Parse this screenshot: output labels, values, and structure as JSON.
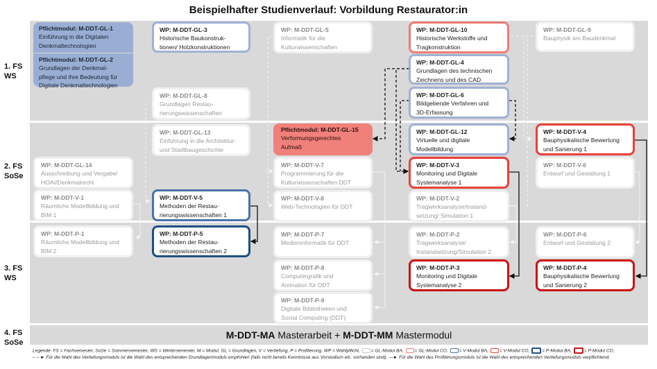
{
  "title": "Beispielhafter Studienverlauf: Vorbildung Restaurator:in",
  "semesters": [
    {
      "line1": "1. FS",
      "line2": "WS"
    },
    {
      "line1": "2. FS",
      "line2": "SoSe"
    },
    {
      "line1": "3. FS",
      "line2": "WS"
    },
    {
      "line1": "4. FS",
      "line2": "SoSe"
    }
  ],
  "modules": {
    "gl1": {
      "code": "Pflichtmodul: M-DDT-GL-1",
      "lines": [
        "Einführung in die Digitalen",
        "Denkmaltechnologien"
      ],
      "type": "pflicht-gl-ba"
    },
    "gl2": {
      "code": "Pflichtmodul: M-DDT-GL-2",
      "lines": [
        "Grundlagen der Denkmal-",
        "pflege und ihre Bedeutung für",
        "Digitale Denkmaltechnologien"
      ],
      "type": "pflicht-gl-ba"
    },
    "gl3": {
      "code": "WP: M-DDT-GL-3",
      "lines": [
        "Historische Baukonstruk-",
        "tionen/ Holzkonstruktionen"
      ],
      "type": "gl-ba"
    },
    "gl5": {
      "code": "WP: M-DDT-GL-5",
      "lines": [
        "Informatik für die",
        "Kulturwissenschaften"
      ],
      "type": "faded"
    },
    "gl10": {
      "code": "WP: M-DDT-GL-10",
      "lines": [
        "Historische Werkstoffe und",
        "Tragkonstruktion"
      ],
      "type": "gl-co"
    },
    "gl9": {
      "code": "WP: M-DDT-GL-9",
      "lines": [
        "Bauphysik am Baudenkmal"
      ],
      "type": "faded"
    },
    "gl4": {
      "code": "WP: M-DDT-GL-4",
      "lines": [
        "Grundlagen des technischen",
        "Zeichnens und des CAD"
      ],
      "type": "gl-ba"
    },
    "gl6": {
      "code": "WP: M-DDT-GL-6",
      "lines": [
        "Bildgebende Verfahren und",
        "3D-Erfassung"
      ],
      "type": "gl-ba"
    },
    "gl8": {
      "code": "WP: M-DDT-GL-8",
      "lines": [
        "Grundlagen Restau-",
        "rierungswissenschaften"
      ],
      "type": "faded"
    },
    "gl13": {
      "code": "WP: M-DDT-GL-13",
      "lines": [
        "Einführung in die Architektur-",
        "und Stadtbaugeschichte"
      ],
      "type": "faded"
    },
    "gl15": {
      "code": "Pflichtmodul: M-DDT-GL-15",
      "lines": [
        "Verformungsgerechtes",
        "Aufmaß"
      ],
      "type": "pflicht-gl-co"
    },
    "gl12": {
      "code": "WP: M-DDT-GL-12",
      "lines": [
        "Virtuelle und digitale",
        "Modellbildung"
      ],
      "type": "gl-ba"
    },
    "v4": {
      "code": "WP: M-DDT-V-4",
      "lines": [
        "Bauphysikalische Bewertung",
        "und Sanierung 1"
      ],
      "type": "v-co"
    },
    "gl14": {
      "code": "WP: M-DDT-GL-14",
      "lines": [
        "Ausschreibung und Vergabe/",
        "HOAI/Denkmalrecht"
      ],
      "type": "faded"
    },
    "v7": {
      "code": "WP: M-DDT-V-7",
      "lines": [
        "Programmierung für die",
        "Kulturwissenschaften DDT"
      ],
      "type": "faded"
    },
    "v3": {
      "code": "WP: M-DDT-V-3",
      "lines": [
        "Monitoring und Digitale",
        "Systemanalyse 1"
      ],
      "type": "v-co"
    },
    "v6": {
      "code": "WP: M-DDT-V-6",
      "lines": [
        "Entwurf und Gestaltung 1"
      ],
      "type": "faded"
    },
    "v1": {
      "code": "WP: M-DDT-V-1",
      "lines": [
        "Räumliche Modellbildung und",
        "BIM 1"
      ],
      "type": "faded"
    },
    "v5": {
      "code": "WP: M-DDT-V-5",
      "lines": [
        "Methoden der Restau-",
        "rierungswissenschaften 1"
      ],
      "type": "v-ba"
    },
    "v8": {
      "code": "WP: M-DDT-V-8",
      "lines": [
        "Web-Technologien für DDT"
      ],
      "type": "faded"
    },
    "v2": {
      "code": "WP: M-DDT-V-2",
      "lines": [
        "Tragwerksanalyse/Instand-",
        "setzung/ Simulation 1"
      ],
      "type": "faded"
    },
    "p1": {
      "code": "WP: M-DDT-P-1",
      "lines": [
        "Räumliche Modellbildung und",
        "BIM 2"
      ],
      "type": "faded"
    },
    "p5": {
      "code": "WP: M-DDT-P-5",
      "lines": [
        "Methoden der Restau-",
        "rierungswissenschaften 2"
      ],
      "type": "p-ba"
    },
    "p7": {
      "code": "WP: M-DDT-P-7",
      "lines": [
        "Medieninformatik für DDT"
      ],
      "type": "faded"
    },
    "p2": {
      "code": "WP: M-DDT-P-2",
      "lines": [
        "Tragwerksanalyse/",
        "Instandsetzung/Simulation 2"
      ],
      "type": "faded"
    },
    "p6": {
      "code": "WP: M-DDT-P-6",
      "lines": [
        "Entwurf und Gestaltung 2"
      ],
      "type": "faded"
    },
    "p8": {
      "code": "WP: M-DDT-P-8",
      "lines": [
        "Computergrafik und",
        "Animation für DDT"
      ],
      "type": "faded"
    },
    "p3": {
      "code": "WP: M-DDT-P-3",
      "lines": [
        "Monitoring und Digitale",
        "Systemanalyse 2"
      ],
      "type": "p-co"
    },
    "p4": {
      "code": "WP: M-DDT-P-4",
      "lines": [
        "Bauphysikalische Bewertung",
        "und Sanierung 2"
      ],
      "type": "p-co"
    },
    "p9": {
      "code": "WP: M-DDT-P-9",
      "lines": [
        "Digitale Bibliotheken und",
        "Social Computing (DDT)"
      ],
      "type": "faded"
    }
  },
  "master": {
    "code1": "M-DDT-MA",
    "name1": " Masterarbeit + ",
    "code2": "M-DDT-MM",
    "name2": " Mastermodul"
  },
  "legend": {
    "prefix": "Legende: FS = Fachsemester, SoSe = Sommersemester, WS = Wintersemester, M = Modul, GL = Grundlagen, V = Vertiefung, P = Profilierung, WP = Wahlpflicht, ",
    "items": [
      {
        "label": "= GL-Modul BA, ",
        "color": "#c8c8c8"
      },
      {
        "label": "= GL-Modul CO, ",
        "color": "#f07b72"
      },
      {
        "label": "= V-Modul BA, ",
        "color": "#4a72a9"
      },
      {
        "label": "= V-Modul CO, ",
        "color": "#e8403a"
      },
      {
        "label": "= P-Modul BA, ",
        "color": "#1f4e85"
      },
      {
        "label": "= P-Modul CO,",
        "color": "#cc1111"
      }
    ],
    "dashed_arrow": "– – ►",
    "dashed_text": " Für die Wahl des Vertiefungsmoduls ist die Wahl des entsprechenden Grundlagenmoduls empfohlen (falls nicht bereits Kenntnisse aus Vorstudium etc. vorhanden sind),",
    "solid_arrow": "—►",
    "solid_text": " Für die Wahl des Profilierungsmoduls ist die Wahl des entsprechenden Vertiefungsmoduls verpflichtend."
  },
  "colors": {
    "band": "#d9d9d9",
    "gl_ba": "#9fb1d6",
    "gl_co": "#f07b72",
    "v_ba": "#4a72a9",
    "v_co": "#e8403a",
    "p_ba": "#1f4e85",
    "p_co": "#cc1111"
  }
}
